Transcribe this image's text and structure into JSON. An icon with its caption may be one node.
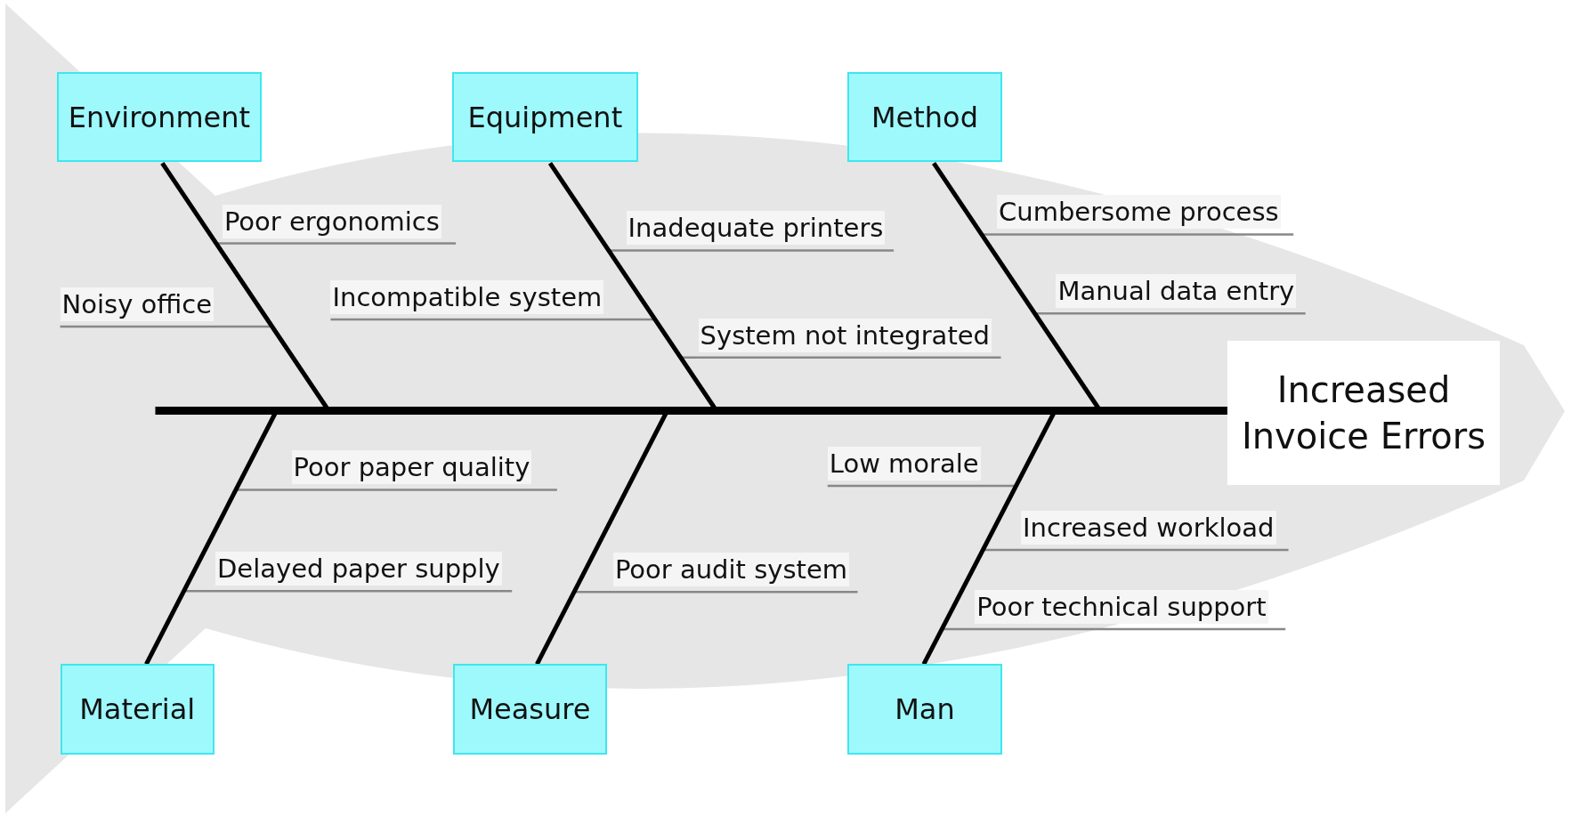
{
  "diagram": {
    "nodes": [
      {
        "text": [
          "Environment"
        ]
      },
      {
        "text": [
          "Equipment"
        ]
      },
      {
        "text": [
          "Method"
        ]
      },
      {
        "text": [
          "Increased Invoice Errors"
        ]
      },
      {
        "text": [
          "Material"
        ]
      },
      {
        "text": [
          "Measure"
        ]
      },
      {
        "text": [
          "Man"
        ]
      }
    ],
    "edges": [
      {
        "from": 0,
        "to": null,
        "arrow": "none"
      },
      {
        "from": 1,
        "to": null,
        "arrow": "none"
      },
      {
        "from": 2,
        "to": null,
        "arrow": "none"
      },
      {
        "from": 4,
        "to": null,
        "arrow": "none"
      },
      {
        "from": 5,
        "to": null,
        "arrow": "none"
      },
      {
        "from": 6,
        "to": null,
        "arrow": "none"
      },
      {
        "from": null,
        "to": 3,
        "arrow": "none",
        "style": "thick"
      }
    ],
    "labels": [
      "Cumbersome process",
      "Poor ergonomics",
      "Inadequate printers",
      "Manual data entry",
      "Incompatible system",
      "Noisy office",
      "System not integrated",
      "Low morale",
      "Poor paper quality",
      "Increased workload",
      "Delayed paper supply",
      "Poor audit system",
      "Poor technical support"
    ]
  }
}
